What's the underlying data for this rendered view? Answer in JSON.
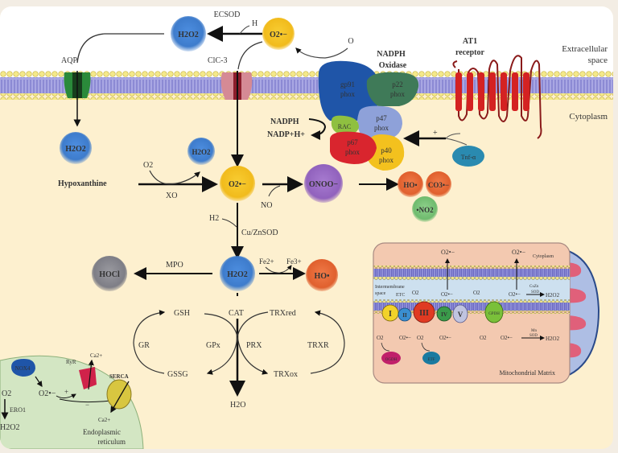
{
  "regions": {
    "extracellular": "Extracellular",
    "extracellular2": "space",
    "cytoplasm": "Cytoplasm",
    "er": "Endoplasmic",
    "er2": "reticulum",
    "mito_matrix": "Mitochondrial   Matrix",
    "mito_cytoplasm": "Cytoplasm",
    "mito_ims": "Intermembrane",
    "mito_ims2": "space"
  },
  "labels": {
    "ecsod": "ECSOD",
    "h2_top": "H",
    "h2o2_top": "H2O2",
    "o2_top": "O2•−",
    "aqp": "AQP",
    "clc3": "ClC-3",
    "o2_nadph": "O",
    "nadph_oxidase": "NADPH",
    "nadph_oxidase2": "Oxidase",
    "at1": "AT1",
    "at1_2": "receptor",
    "gp91": "gp91",
    "phox": "phox",
    "p22": "p22",
    "p47": "p47",
    "p67": "p67",
    "p40": "p40",
    "rac": "RAC",
    "nadph": "NADPH",
    "nadp": "NADP+H+",
    "tnf": "Tnf-α",
    "plus": "+",
    "h2o2_left": "H2O2",
    "h2o2_xo": "H2O2",
    "hypoxanthine": "Hypoxanthine",
    "o2_xo": "O2",
    "xo": "XO",
    "o2_center": "O2•−",
    "no": "NO",
    "onoo": "ONOO−",
    "ho_radical": "HO•",
    "co3": "CO3•−",
    "no2": "•NO2",
    "h2_sod": "H2",
    "cuznsod": "Cu/ZnSOD",
    "h2o2_center": "H2O2",
    "mpo": "MPO",
    "hocl": "HOCl",
    "fe2": "Fe2+",
    "fe3": "Fe3+",
    "ho_fenton": "HO•",
    "cat": "CAT",
    "gsh": "GSH",
    "gssg": "GSSG",
    "gr": "GR",
    "gpx": "GPx",
    "prx": "PRX",
    "trxred": "TRXred",
    "trxox": "TRXox",
    "trxr": "TRXR",
    "h2o": "H2O",
    "nox4": "NOX4",
    "ryr": "RyR",
    "ca_top": "Ca2+",
    "serca": "SERCA",
    "ca_bottom": "Ca2+",
    "o2_er": "O2",
    "o2_radical_er": "O2•−",
    "ero1": "ERO1",
    "h2o2_er": "H2O2",
    "plus_er": "+",
    "minus_er": "−",
    "complex_1": "I",
    "complex_2": "II",
    "complex_3": "III",
    "complex_4": "IV",
    "complex_5": "V",
    "gpdh": "GPDH",
    "etc": "ETC",
    "ogdh": "OGDH",
    "etf": "ETF",
    "cuzn_mito": "CuZn",
    "sod_mito": "SOD",
    "mn_mito": "Mn",
    "sod_mito2": "SOD",
    "h2o2_mito1": "H2O2",
    "h2o2_mito2": "H2O2",
    "o2_mito": "O2",
    "o2r_mito": "O2•−"
  },
  "colors": {
    "background": "#fdf0cf",
    "extracellular": "#ffffff",
    "h2o2": "#3f7fd0",
    "superoxide": "#f3c022",
    "onoo": "#9b6bc4",
    "hydroxyl": "#e86a3a",
    "no2": "#79c27a",
    "hocl": "#8c8c90",
    "er": "#d3e6c3",
    "mito": "#f3c9b0"
  }
}
